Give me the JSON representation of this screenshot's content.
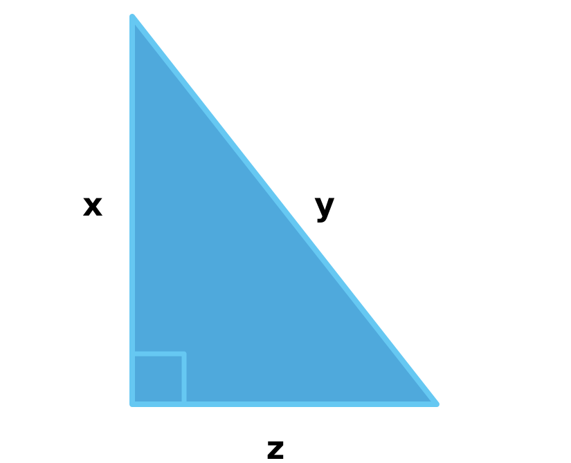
{
  "diagram": {
    "type": "right-triangle",
    "labels": {
      "vertical_side": "x",
      "hypotenuse": "y",
      "base": "z"
    },
    "right_angle_marker": true,
    "colors": {
      "fill": "#4FA9DC",
      "stroke": "#66C8F2",
      "label": "#000000",
      "background": "#FFFFFF"
    }
  }
}
